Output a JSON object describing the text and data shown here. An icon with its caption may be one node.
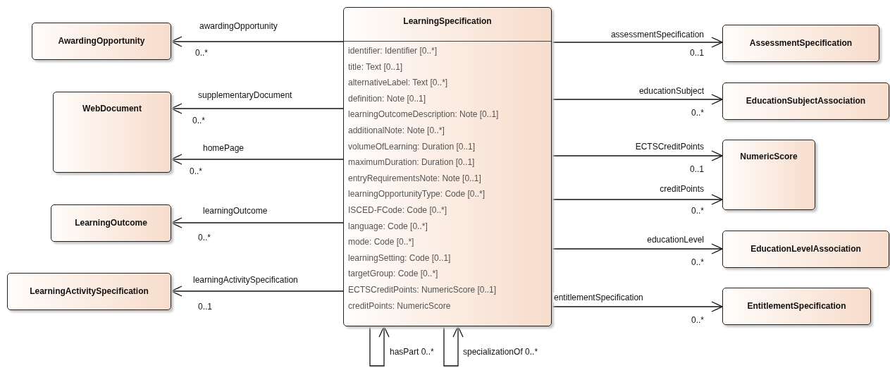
{
  "diagram": {
    "nodes": [
      {
        "text": [
          "LearningSpecification",
          "identifier: Identifier [0..*]",
          "title: Text [0..1]",
          "alternativeLabel: Text [0..*]",
          "definition: Note [0..1]",
          "learningOutcomeDescription: Note [0..1]",
          "additionalNote: Note [0..*]",
          "volumeOfLearning: Duration [0..1]",
          "maximumDuration: Duration [0..1]",
          "entryRequirementsNote: Note [0..1]",
          "learningOpportunityType: Code [0..*]",
          "ISCED-FCode: Code [0..*]",
          "language: Code [0..*]",
          "mode: Code [0..*]",
          "learningSetting: Code [0..1]",
          "targetGroup: Code [0..*]",
          "ECTSCreditPoints: NumericScore [0..1]",
          "creditPoints: NumericScore"
        ]
      },
      {
        "text": [
          "AwardingOpportunity"
        ]
      },
      {
        "text": [
          "WebDocument"
        ]
      },
      {
        "text": [
          "LearningOutcome"
        ]
      },
      {
        "text": [
          "LearningActivitySpecification"
        ]
      },
      {
        "text": [
          "AssessmentSpecification"
        ]
      },
      {
        "text": [
          "EducationSubjectAssociation"
        ]
      },
      {
        "text": [
          "NumericScore"
        ]
      },
      {
        "text": [
          "EducationLevelAssociation"
        ]
      },
      {
        "text": [
          "EntitlementSpecification"
        ]
      }
    ],
    "edges": [
      {
        "from": 0,
        "to": 1,
        "arrow": "to",
        "label": "awardingOpportunity"
      },
      {
        "from": 0,
        "to": 2,
        "arrow": "to",
        "label": "supplementaryDocument"
      },
      {
        "from": 0,
        "to": 2,
        "arrow": "to",
        "label": "homePage"
      },
      {
        "from": 0,
        "to": 3,
        "arrow": "to",
        "label": "learningOutcome"
      },
      {
        "from": 0,
        "to": 4,
        "arrow": "to",
        "label": "learningActivitySpecification"
      },
      {
        "from": 0,
        "to": 5,
        "arrow": "to",
        "label": "assessmentSpecification"
      },
      {
        "from": 0,
        "to": 6,
        "arrow": "to",
        "label": "educationSubject"
      },
      {
        "from": 0,
        "to": 7,
        "arrow": "to",
        "label": "ECTSCreditPoints"
      },
      {
        "from": 0,
        "to": 7,
        "arrow": "to",
        "label": "creditPoints"
      },
      {
        "from": 0,
        "to": 8,
        "arrow": "to",
        "label": "educationLevel"
      },
      {
        "from": 0,
        "to": 9,
        "arrow": "to",
        "label": "entitlementSpecification"
      },
      {
        "from": 0,
        "to": 0,
        "arrow": "to",
        "label": "hasPart 0..*"
      },
      {
        "from": 0,
        "to": 0,
        "arrow": "to",
        "label": "specializationOf 0..*"
      }
    ],
    "labels": [
      "0..*",
      "0..1",
      "0..*",
      "0..*",
      "0..*",
      "0..1",
      "0..*",
      "0..*",
      "0..*",
      "0..1",
      "0..*"
    ]
  }
}
